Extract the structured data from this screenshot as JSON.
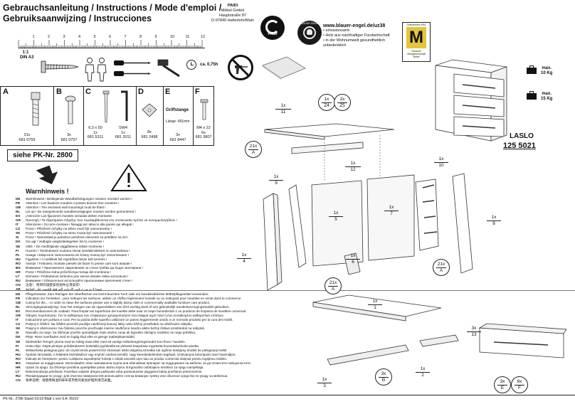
{
  "header": {
    "title_line1": "Gebrauchsanleitung",
    "title_line1_rest": " / Instructions / Mode d'emploi /",
    "title_line2": "Gebruiksaanwijzing / Instrucciones",
    "company": [
      "PAIDI",
      "Möbel GmbH",
      "Hauptstraße 87",
      "D-97840 Hafenlohr/Main"
    ],
    "logo_text": "PAIDI",
    "ruler_numbers": [
      "1",
      "2",
      "3",
      "4",
      "5",
      "6",
      "7",
      "8",
      "9",
      "10",
      "11",
      "12"
    ],
    "scale": [
      "1:1",
      "DIN A3"
    ],
    "time": "ca. 0,75h",
    "blue_angel_url": "www.blauer-engel.de/uz38",
    "blue_angel_points": [
      "• emissionsarm",
      "• Holz aus nachhaltiger Forstwirtschaft",
      "• in der Wohnumwelt gesundheitlich",
      "  unbedenklich"
    ],
    "goldenes_m_top": "Gütezeichen RAL",
    "goldenes_m_caption": [
      "Deutsche",
      "Gütegemeinschaft",
      "Möbel"
    ],
    "goldenes_m_letter": "M",
    "seal_text": "BLAUER ENGEL"
  },
  "parts": [
    {
      "letter": "A",
      "qty": "21x",
      "code": "681 0759"
    },
    {
      "letter": "B",
      "qty": "3x",
      "code": "681 0757"
    },
    {
      "letter": "C",
      "size": "6,3 x 50",
      "qty": "1x",
      "code": "681 5311"
    },
    {
      "letter": "",
      "size": "SW4",
      "qty": "1x",
      "code": "681 3011"
    },
    {
      "letter": "D",
      "qty": "8x",
      "code": "681 2498"
    },
    {
      "letter": "E",
      "title": "Griffstange",
      "size": "Länge: 491mm",
      "qty": "3x",
      "code": "681 8447"
    },
    {
      "letter": "F",
      "size": "M4 x 22",
      "qty": "6x",
      "code": "681 3807"
    }
  ],
  "product": {
    "name": "LASLO",
    "number": "125 5021",
    "load_top": [
      "max.",
      "10 Kg"
    ],
    "load_drawer": [
      "max.",
      "15 Kg"
    ]
  },
  "see_pk": "siehe PK-Nr. 2800",
  "warning_title": "Warnhinweis !",
  "warnings": [
    {
      "code": "DE",
      "text": "Warnhinweis ! Beiliegende Wandbefestigungen müssen montiert werden !"
    },
    {
      "code": "FR",
      "text": "Attention ! Les fixations murales ci-jointes doivent être montées !"
    },
    {
      "code": "GB",
      "text": "Attention ! The enclosed wall mountings must be fitted !"
    },
    {
      "code": "NL",
      "text": "Let op ! De meegeleverde wandbevestigingen moeten worden gemonteerd !"
    },
    {
      "code": "ES",
      "text": "¡Atención! Las fijaciones murales incluidas deben montarse"
    },
    {
      "code": "GR",
      "text": "Προσοχή ! Τα εξαρτήματα στήριξης που περιλαμβάνονται στη συσκευασία πρέπει να συναρμολογηθούν !"
    },
    {
      "code": "IT",
      "text": "Attenzione ! Occorre montare i fissaggi per attacco alla parete qui allegati !"
    },
    {
      "code": "CZ",
      "text": "Pozor ! Přiložené úchytky na stěnu musí být namontovány !"
    },
    {
      "code": "SK",
      "text": "Pozor ! Priložené úchytky na stenu musia byť namontované !"
    },
    {
      "code": "SI",
      "text": "Pozor ! Namestitati je potrebno priložene elemente za pritrditev na zid !"
    },
    {
      "code": "DK",
      "text": "Giv agt ! Vedlagte vægbefæstigelser SKAL monteres !"
    },
    {
      "code": "SE",
      "text": "OBS. ! De medföljande väggfästena måste monteras !"
    },
    {
      "code": "FI",
      "text": "Huomio ! Toimitukseen mukana olevat seinäkiinnikkeet on asennettava !"
    },
    {
      "code": "PL",
      "text": "Uwaga ! Załączone zamocowania do ściany muszą być zamontowane !"
    },
    {
      "code": "HU",
      "text": "Figyelem ! A mellékelt fali rögzítőket össze kell szerelni !"
    },
    {
      "code": "RO",
      "text": "Atenție ! Trebuiesc montate piesele de fixare în perete care sunt atașate !"
    },
    {
      "code": "BG",
      "text": "Внимание ! Приложените закрепвания за стена трябва да бъдат монтирани !"
    },
    {
      "code": "HR",
      "text": "Pozor ! Priložena zidna pričvršćenja moraju biti montirana !"
    },
    {
      "code": "LT",
      "text": "Dėmesio ! Pridedamus tvirtinimo prie sienos detales reikia sumontuoti !"
    },
    {
      "code": "RU",
      "text": "Внимание ! Обязательно используйте прилагаемые крепления стене !"
    },
    {
      "code": "CN",
      "text": "注意！ 附带的墙壁安装组件必须安装！"
    },
    {
      "code": "AR",
      "text": "تنبيه! لا بد من تركيب الأدوات المرفقة للتثبيت على الحائط"
    }
  ],
  "care": [
    {
      "code": "DE",
      "text": "Pflegehinweis: Zum Reinigen der Oberflächen ein leicht-feuchtes Tuch oder ein handelsübliches Möbelpflegemittel verwenden."
    },
    {
      "code": "FR",
      "text": "Indication sur l'entretien : pour nettoyer les surfaces, utiliser un chiffon légèrement humide ou un nettoyant pour meubles en vente dans le commerce"
    },
    {
      "code": "GB",
      "text": "Caring for the...: In order to clean the surfaces please use a slightly damp cloth or commercially available furniture care product."
    },
    {
      "code": "NL",
      "text": "Verzorgingsaanwijzing: Voor het reinigen van de oppervlakken een licht vochtig doek of een gebruikelijk meubelverzorgingsmiddel gebruiken."
    },
    {
      "code": "ES",
      "text": "Recomendaciones de cuidado: Para limpiar las superficies del mueble debe usar un trapo humedecido o un producto de limpieza de muebles comercial."
    },
    {
      "code": "GR",
      "text": "Οδηγίες περιποίησης: Για το καθάρισμα των επιφανειών χρησιμοποιήστε ένα ελαφρά υγρό πανί ή ένα συνηθισμένο καθαριστικό επίπλων."
    },
    {
      "code": "IT",
      "text": "Indicazione per pulitura e cura: Per la pulizia delle superfici utilizzare un panno leggermente umido o un normale prodotto per la cura dei mobili."
    },
    {
      "code": "CZ",
      "text": "Pokyny k čištění: Na čištění povrchů použijte navlhčený kusový látky nebo běžný prostředek na ošetřování nábytku."
    },
    {
      "code": "SK",
      "text": "Pokyny k ošetrovaniu: Na čistenie povrchu používajte mierne navlhčenú handru alebo bežný čistiaci prostriedok na nábytok."
    },
    {
      "code": "SI",
      "text": "Navodilo za nego: Za čiščenje površin uporabljajte malo vlažno cunjo ali trgovsko običajno sredstvo za nego pohištva."
    },
    {
      "code": "DK",
      "text": "Pleje: Rens overfladen med en fugtig klud eller et gængs møbelplejemiddel."
    },
    {
      "code": "SE",
      "text": "Skötselråd: Rengör ytorna med en fuktig trasa eller med ett vanligt möbelrengöringsmedel som finns i handeln."
    },
    {
      "code": "FI",
      "text": "Hoito-ohje: Käytä pintojen puhdistukseen kostealla pyyhkeellä tai yleisesti kaupoissa myytävää huonekalunhoito-ainetta."
    },
    {
      "code": "PL",
      "text": "Wskazówka pielęgnacyjna: do czyszczenia powierzchni stosować lekko wilgotną szmatkę lub ogólnie dostępny środek do pielęgnacji mebli."
    },
    {
      "code": "HU",
      "text": "Ápolási útmutatás: A felületek tisztításához egy enyhén nedves kendőt, vagy kereskedelemben kapható, szokványos bútorápoló szert használjon."
    },
    {
      "code": "RO",
      "text": "Indicații de întreținere: pentru curățarea suprafețelor folosiți o cârpă umezită ușor sau un produs comercial obișnuit pentru îngrijirea mobilei."
    },
    {
      "code": "BG",
      "text": "Указание за поддръжане: Използвайте леко навлажнена кърпа или обичайния препарат за поддържане на мебели, за да почистите повърхностите."
    },
    {
      "code": "HR",
      "text": "Upute za njegu: Za čišćenje površina upotrijebite jedva vlažnu krpicu ili trgovačko uobičajeno sredstvo za njegu namještaja."
    },
    {
      "code": "LT",
      "text": "Rekomendacija priežiūrai: Paviršius valykite drėgna pašluoste arba parduotuvėse įsigyjama baldų priežiūros priemonėmis."
    },
    {
      "code": "RU",
      "text": "Рекомендации по уходу: для очистки поверхностей используйте слегка влажную тряпку или обычное средство по уходу за мебелью."
    },
    {
      "code": "CN",
      "text": "保养说明：请使用微湿的抹布或市售的家具护理剂清洁表面。"
    }
  ],
  "footer": {
    "text": "PK-Nr.: 2786  Stand 01/18  Blatt 1 von 6  A: 05/19"
  },
  "callouts": {
    "c11": {
      "qty": "1x",
      "num": "11"
    },
    "c21a_top": {
      "qty": "21x",
      "num": "A"
    },
    "c12": {
      "qty": "1x",
      "num": "12"
    },
    "cZ4": {
      "qty": "1x",
      "num": "Z4"
    },
    "cZ5": {
      "qty": "2x",
      "num": "Z5"
    },
    "c9": {
      "qty": "1x",
      "num": "9"
    },
    "c4": {
      "qty": "1x",
      "num": "4"
    },
    "c5": {
      "qty": "1x",
      "num": "5"
    },
    "c7": {
      "qty": "1x",
      "num": "7"
    },
    "c6": {
      "qty": "1x",
      "num": "6"
    },
    "c10": {
      "qty": "1x",
      "num": "10"
    },
    "c8": {
      "qty": "1x",
      "num": "8"
    },
    "c21a_mid": {
      "qty": "21x",
      "num": "A"
    },
    "c21a_bot": {
      "qty": "21x",
      "num": "A"
    },
    "c1": {
      "qty": "1x",
      "num": "1"
    },
    "c3": {
      "qty": "1x",
      "num": "3"
    },
    "cB": {
      "qty": "3x",
      "num": "B"
    },
    "c2": {
      "qty": "1x",
      "num": "2"
    },
    "c13": {
      "qty": "3x",
      "num": "13"
    },
    "cE": {
      "qty": "3x",
      "num": "E"
    },
    "cF": {
      "qty": "6x",
      "num": "F"
    }
  }
}
